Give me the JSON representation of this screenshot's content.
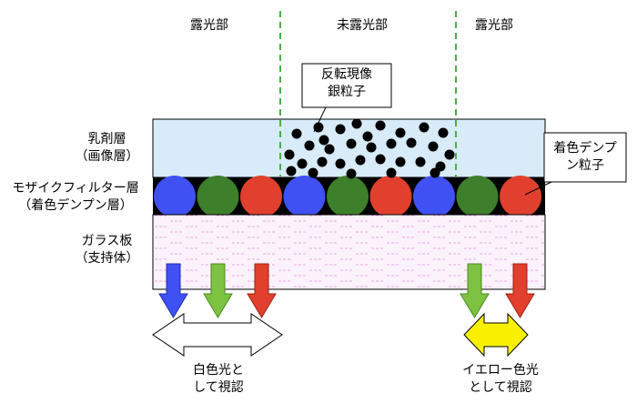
{
  "regions": {
    "left": "露光部",
    "middle": "未露光部",
    "right": "露光部"
  },
  "layers": {
    "emulsion": [
      "乳剤層",
      "（画像層）"
    ],
    "filter": [
      "モザイクフィルター層",
      "（着色デンプン層）"
    ],
    "glass": [
      "ガラス板",
      "（支持体）"
    ]
  },
  "callouts": {
    "silver": [
      "反転現像",
      "銀粒子"
    ],
    "starch": [
      "着色デンプ",
      "ン粒子"
    ]
  },
  "results": {
    "white": [
      "白色光と",
      "して視認"
    ],
    "yellow": [
      "イエロー色光",
      "として視認"
    ]
  },
  "colors": {
    "emulsion_bg": "#d7ebf8",
    "glass_pattern": "#e8a8e8",
    "filter_blue": "#3f51f2",
    "filter_green": "#3d7f2b",
    "filter_red": "#e0402d",
    "divider_green": "#47b047",
    "arrow_blue": "#3f51f2",
    "arrow_green": "#7dc240",
    "arrow_red": "#e0402d",
    "arrow_yellow": "#f8f000"
  },
  "filter_sequence": [
    "blue",
    "green",
    "red",
    "blue",
    "green",
    "red",
    "blue",
    "green",
    "red"
  ]
}
